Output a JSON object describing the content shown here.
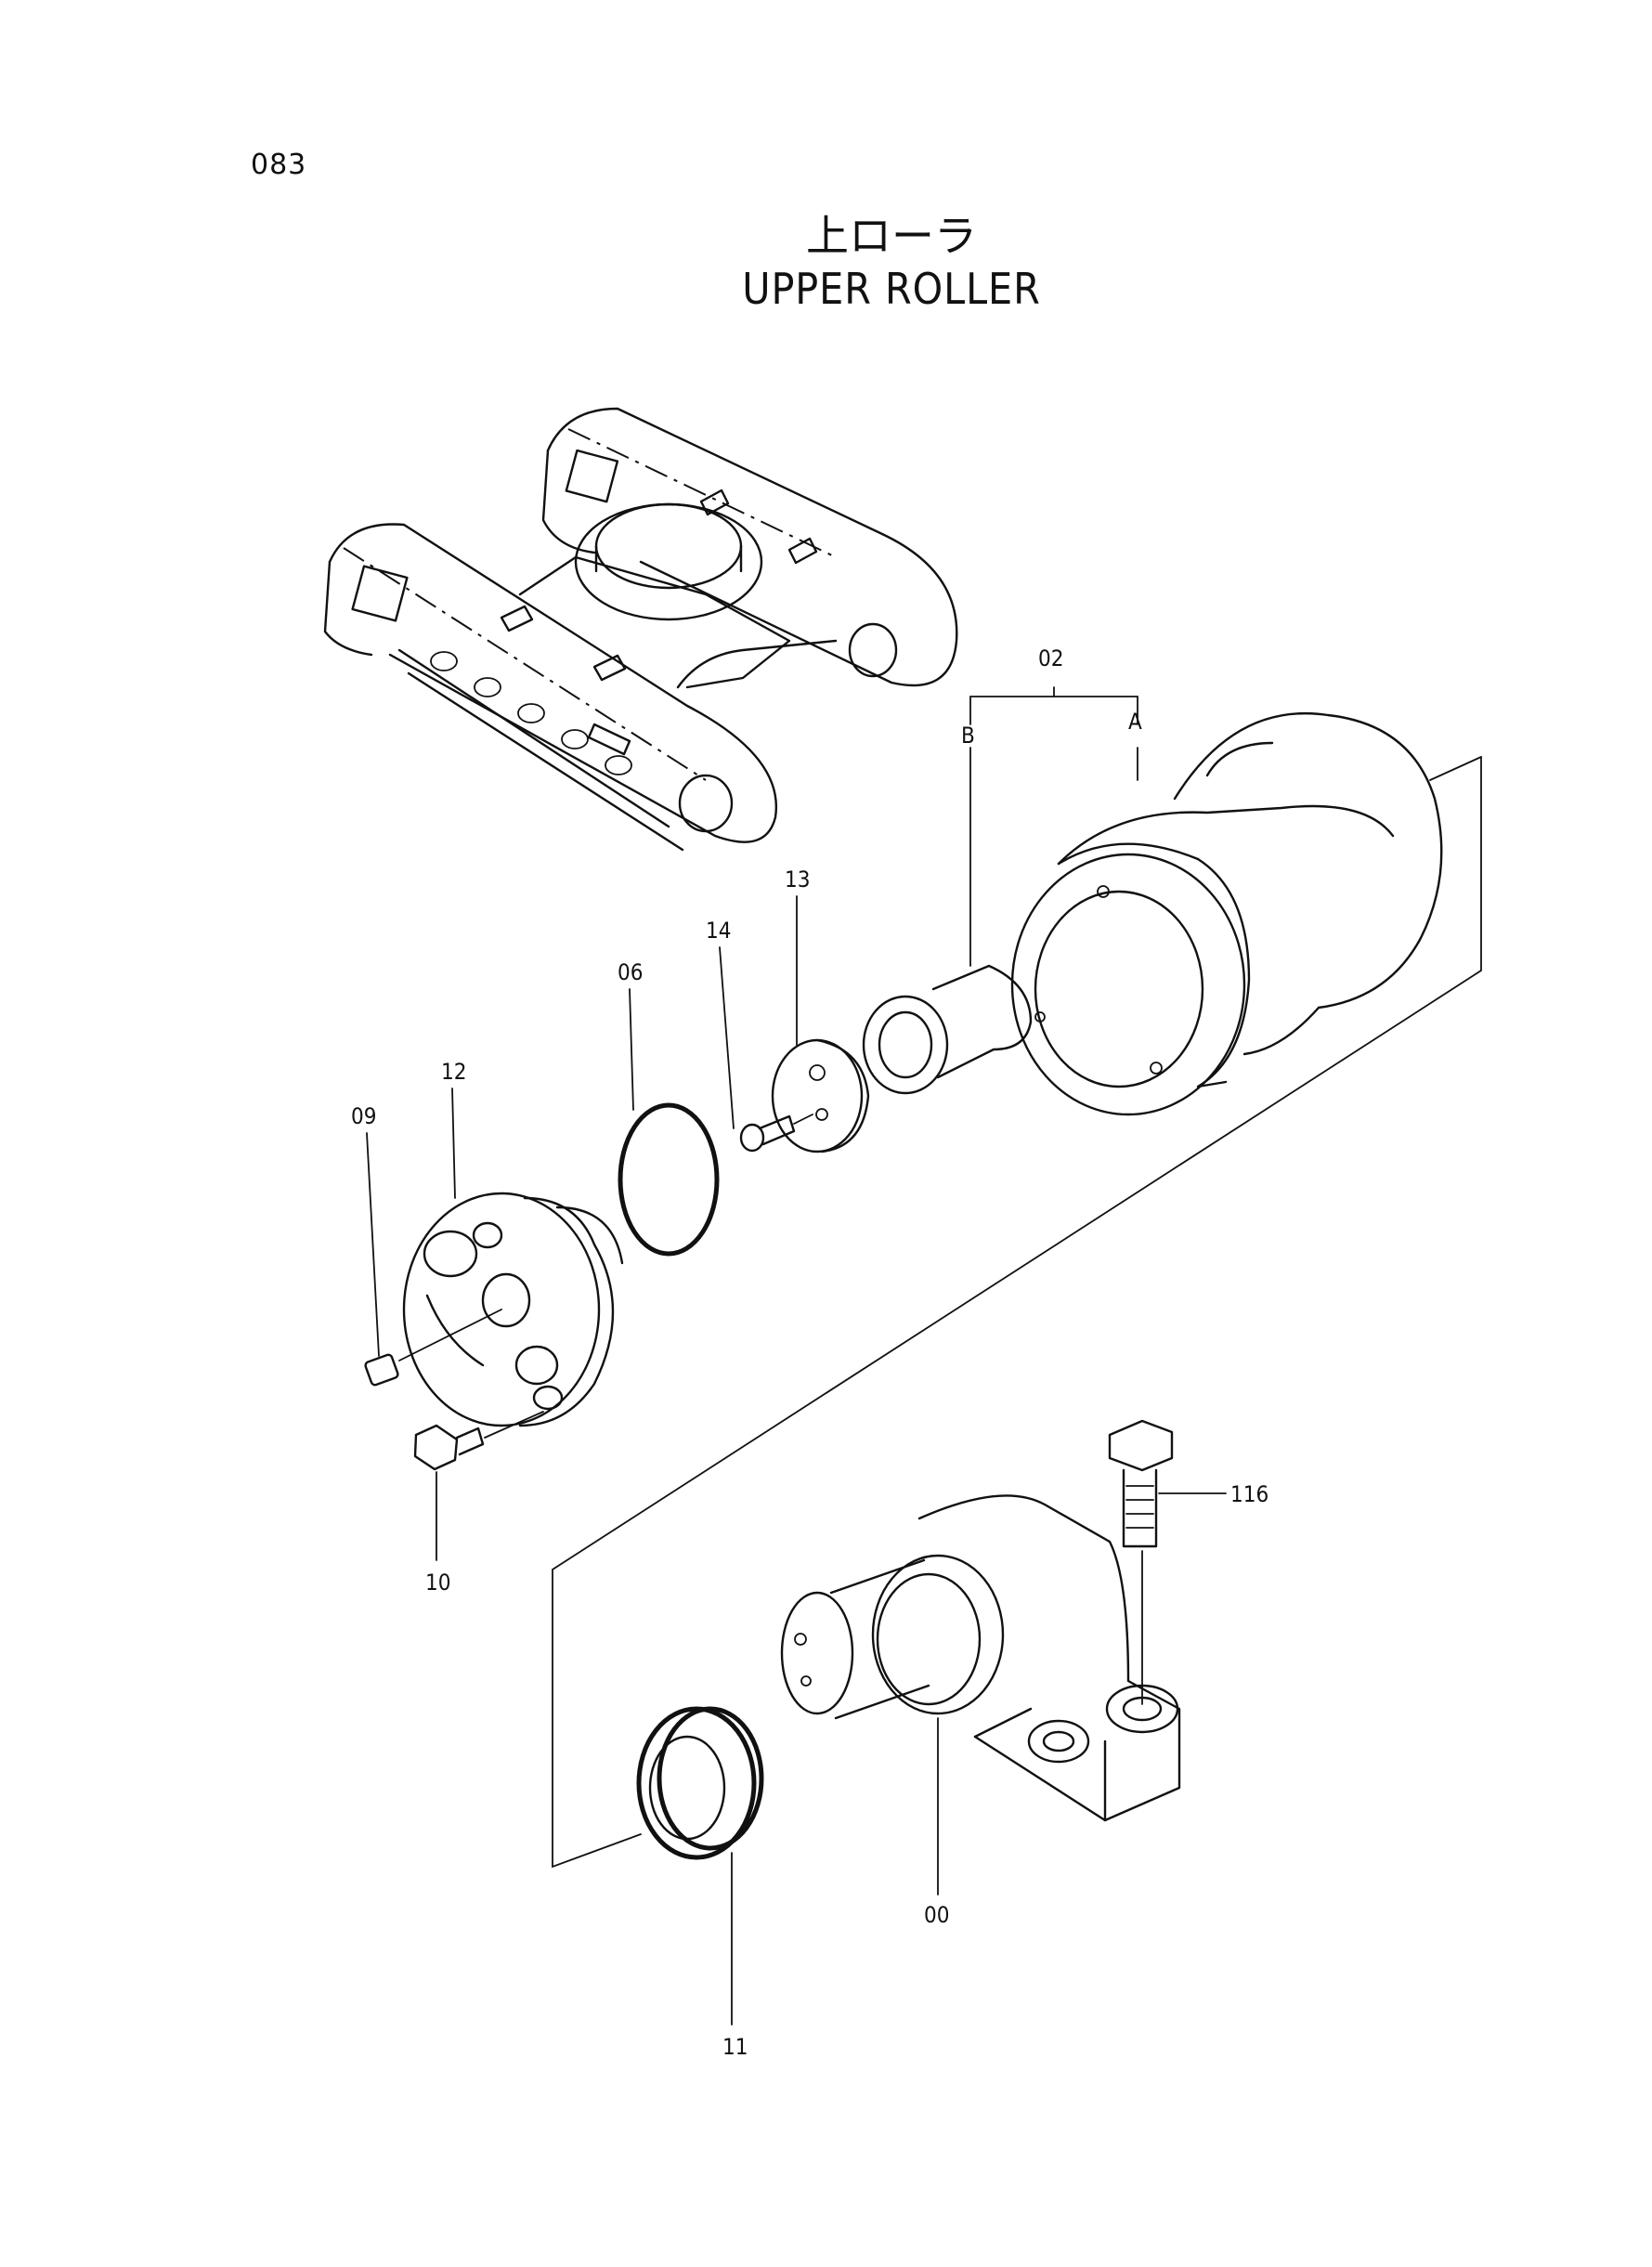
{
  "page_number": "083",
  "title": {
    "japanese": "上ローラ",
    "english": "UPPER ROLLER"
  },
  "callouts": {
    "p00": "00",
    "p02": "02",
    "p02_a": "A",
    "p02_b": "B",
    "p06": "06",
    "p09": "09",
    "p10": "10",
    "p11": "11",
    "p12": "12",
    "p13": "13",
    "p14": "14",
    "p116": "116"
  }
}
